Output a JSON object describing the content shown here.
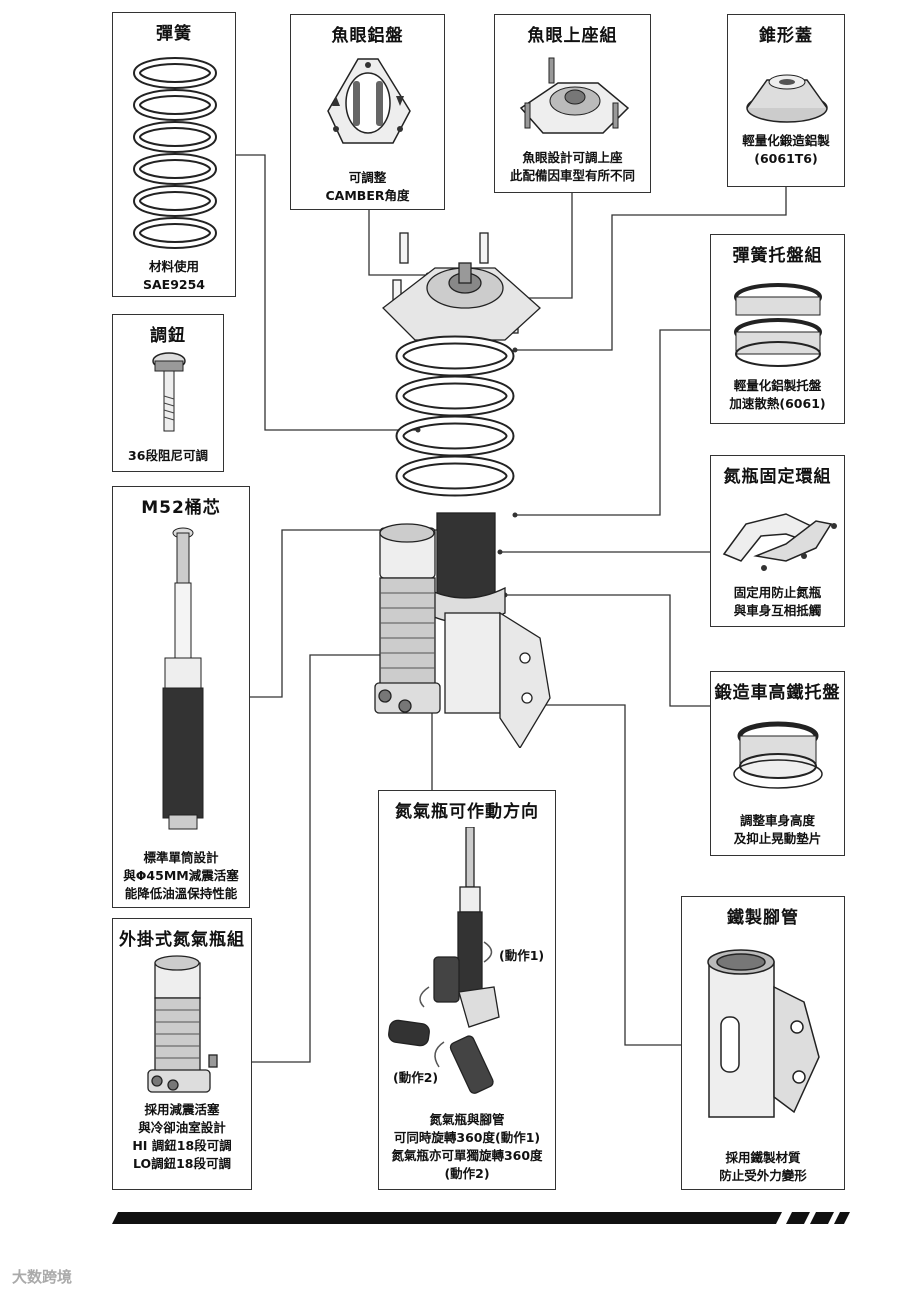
{
  "components": {
    "spring": {
      "title": "彈簧",
      "desc": [
        "材料使用",
        "SAE9254"
      ]
    },
    "camber_plate": {
      "title": "魚眼鋁盤",
      "desc": [
        "可調整",
        "CAMBER角度"
      ]
    },
    "pillow_mount": {
      "title": "魚眼上座組",
      "desc": [
        "魚眼設計可調上座",
        "此配備因車型有所不同"
      ]
    },
    "cone_cover": {
      "title": "錐形蓋",
      "desc": [
        "輕量化鍛造鋁製",
        "(6061T6)"
      ]
    },
    "spring_seat": {
      "title": "彈簧托盤組",
      "desc": [
        "輕量化鋁製托盤",
        "加速散熱(6061)"
      ]
    },
    "knob": {
      "title": "調鈕",
      "desc": [
        "36段阻尼可調"
      ]
    },
    "cartridge": {
      "title": "M52桶芯",
      "desc": [
        "標準單筒設計",
        "與Φ45MM減震活塞",
        "能降低油溫保持性能"
      ]
    },
    "bottle_clamp": {
      "title": "氮瓶固定環組",
      "desc": [
        "固定用防止氮瓶",
        "與車身互相抵觸"
      ]
    },
    "height_seat": {
      "title": "鍛造車高鐵托盤",
      "desc": [
        "調整車身高度",
        "及抑止晃動墊片"
      ]
    },
    "rotation": {
      "title": "氮氣瓶可作動方向",
      "desc": [
        "氮氣瓶與腳管",
        "可同時旋轉360度(動作1)",
        "氮氣瓶亦可單獨旋轉360度",
        "(動作2)"
      ],
      "action1": "(動作1)",
      "action2": "(動作2)"
    },
    "external_reservoir": {
      "title": "外掛式氮氣瓶組",
      "desc": [
        "採用減震活塞",
        "與冷卻油室設計",
        "HI 調鈕18段可調",
        "LO調鈕18段可調"
      ]
    },
    "steel_housing": {
      "title": "鐵製腳管",
      "desc": [
        "採用鐵製材質",
        "防止受外力變形"
      ]
    }
  },
  "watermark": "大数跨境",
  "colors": {
    "line": "#333333",
    "bar": "#111111"
  }
}
